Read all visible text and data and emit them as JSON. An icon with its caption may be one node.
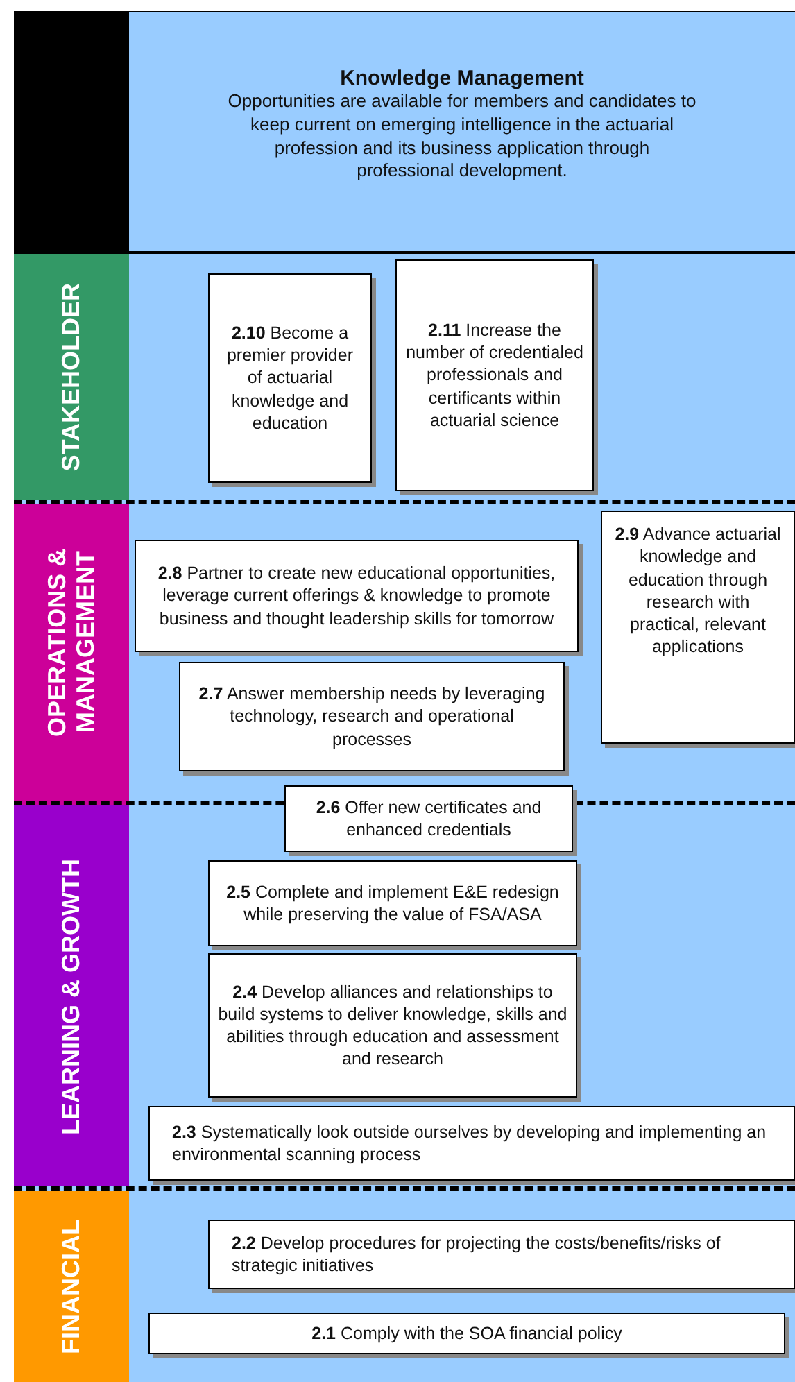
{
  "diagram": {
    "nodes": [
      {
        "text": [
          "Knowledge Management",
          "Opportunities are available for members and candidates to keep current on emerging intelligence in the actuarial profession and its business application through professional development."
        ]
      },
      {
        "text": [
          "STAKEHOLDER"
        ]
      },
      {
        "text": [
          "**2.10** Become a premier provider of actuarial knowledge and education"
        ],
        "in": 1
      },
      {
        "text": [
          "**2.11** Increase the number of credentialed professionals and certificants within actuarial science"
        ],
        "in": 1
      },
      {
        "text": [
          "OPERATIONS & MANAGEMENT"
        ]
      },
      {
        "text": [
          "**2.8** Partner to create new educational opportunities, leverage current offerings & knowledge to promote business and thought leadership skills for tomorrow"
        ],
        "in": 4
      },
      {
        "text": [
          "**2.9** Advance actuarial knowledge and education through research with practical, relevant applications"
        ],
        "in": 4
      },
      {
        "text": [
          "**2.7** Answer membership needs by leveraging technology, research and operational processes"
        ],
        "in": 4
      },
      {
        "text": [
          "LEARNING & GROWTH"
        ]
      },
      {
        "text": [
          "**2.6** Offer new certificates and enhanced credentials"
        ],
        "in": 8
      },
      {
        "text": [
          "**2.5** Complete and implement E&E redesign while preserving the value of FSA/ASA"
        ],
        "in": 8
      },
      {
        "text": [
          "**2.4** Develop alliances and relationships to build systems to deliver knowledge, skills and abilities through education and assessment and research"
        ],
        "in": 8
      },
      {
        "text": [
          "**2.3** Systematically look outside ourselves by developing and implementing an environmental scanning process"
        ],
        "in": 8
      },
      {
        "text": [
          "FINANCIAL"
        ]
      },
      {
        "text": [
          "**2.2** Develop procedures for projecting the costs/benefits/risks of strategic initiatives"
        ],
        "in": 13
      },
      {
        "text": [
          "**2.1** Comply with the SOA financial policy"
        ],
        "in": 13
      }
    ]
  }
}
